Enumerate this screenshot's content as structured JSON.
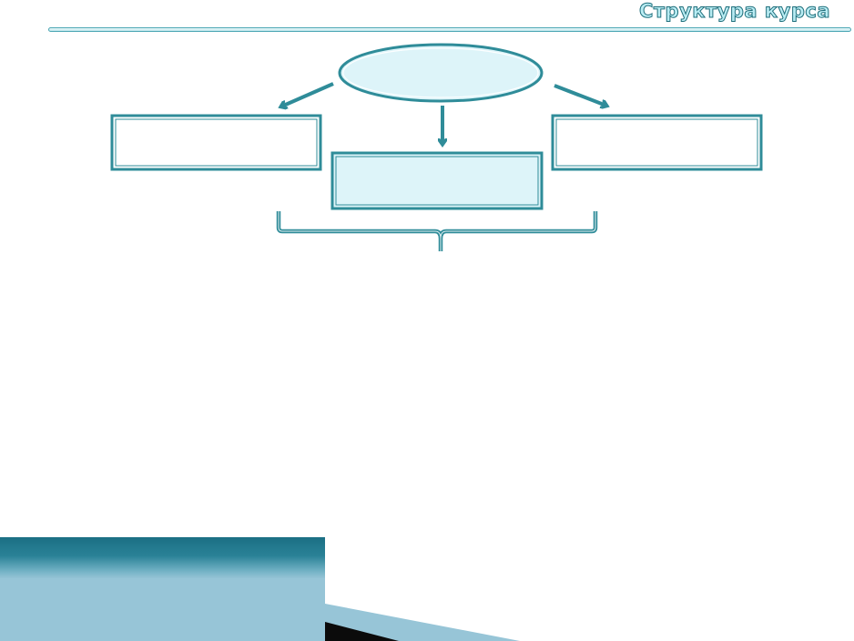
{
  "header": {
    "title": "Структура курса"
  },
  "diagram": {
    "root": {
      "label": ""
    },
    "nodes": [
      {
        "id": "left",
        "label": ""
      },
      {
        "id": "center",
        "label": ""
      },
      {
        "id": "right",
        "label": ""
      }
    ]
  },
  "colors": {
    "accent": "#2f8c99",
    "box_fill": "#ddf4f9",
    "title_fill": "#b9ecf3",
    "footer": "#97c5d7"
  }
}
